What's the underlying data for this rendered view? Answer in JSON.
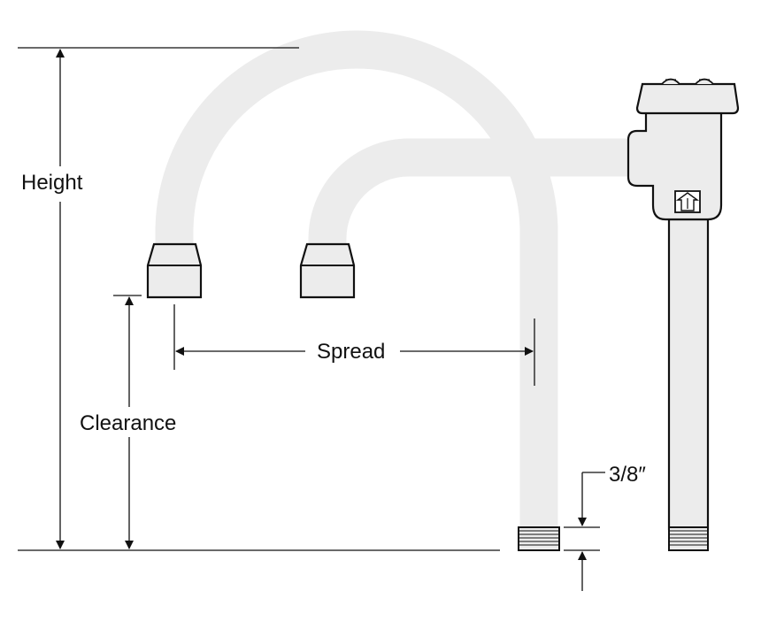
{
  "diagram": {
    "labels": {
      "height": "Height",
      "clearance": "Clearance",
      "spread": "Spread",
      "thread": "3/8″"
    },
    "colors": {
      "pipe_fill": "#ececec",
      "outline": "#111111",
      "background": "#ffffff"
    },
    "icons": {
      "valve_badge": "up-arrow-icon"
    }
  }
}
